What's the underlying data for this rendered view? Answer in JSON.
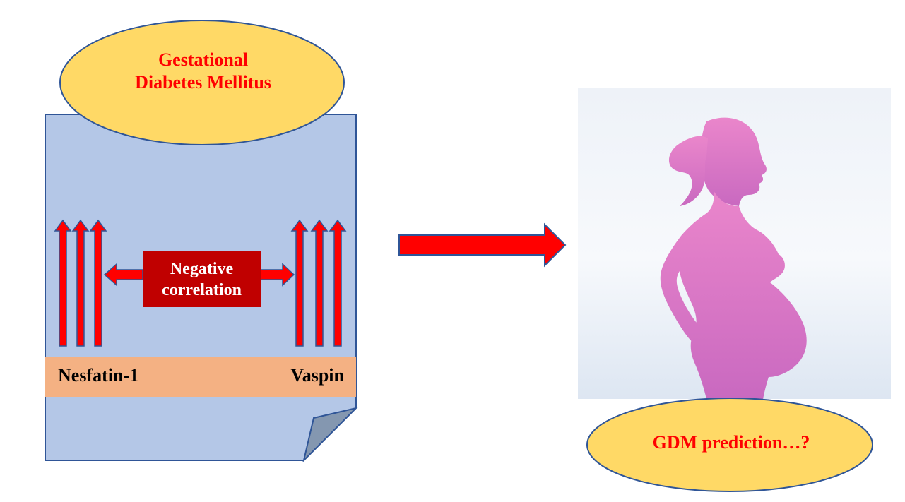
{
  "diagram": {
    "title": {
      "line1": "Gestational",
      "line2": "Diabetes Mellitus"
    },
    "relation": {
      "line1": "Negative",
      "line2": "correlation"
    },
    "markers": {
      "left": "Nesfatin-1",
      "right": "Vaspin"
    },
    "outcome": "GDM prediction…?",
    "icons": {
      "left_increase": "triple-up-arrow-icon",
      "right_increase": "triple-up-arrow-icon",
      "flow": "right-arrow-icon",
      "figure": "pregnant-woman-silhouette-icon"
    },
    "colors": {
      "page_fill": "#b4c7e7",
      "page_border": "#2f5597",
      "ellipse_fill": "#ffd966",
      "arrow_red": "#ff0000",
      "relation_box": "#c00000",
      "marker_band": "#f4b183",
      "silhouette": "#e07ec8",
      "title_text": "#ff0000"
    }
  }
}
